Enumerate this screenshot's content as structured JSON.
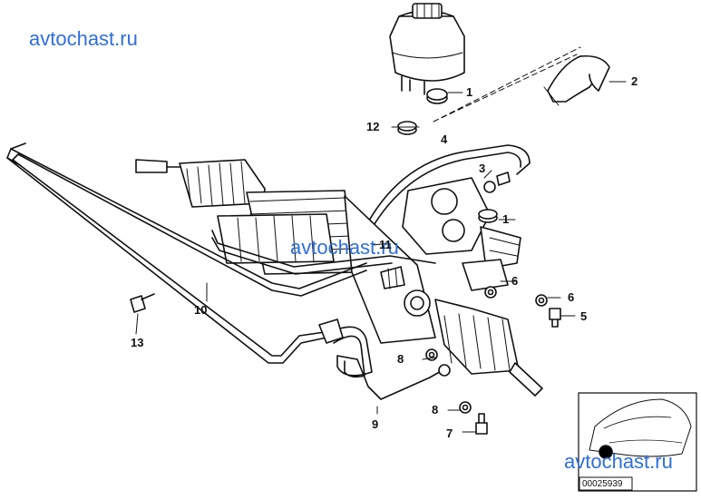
{
  "watermarks": [
    "avtochast.ru",
    "avtochast.ru",
    "avtochast.ru"
  ],
  "callouts": [
    "1",
    "2",
    "12",
    "4",
    "3",
    "1",
    "11",
    "6",
    "6",
    "5",
    "10",
    "13",
    "8",
    "8",
    "9",
    "7"
  ],
  "reference_number": "00025939",
  "colors": {
    "line": "#111111",
    "watermark": "#2f6fdc"
  }
}
